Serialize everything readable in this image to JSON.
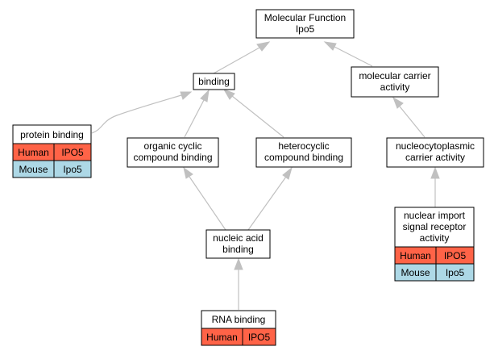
{
  "colors": {
    "human": "#ff6347",
    "mouse": "#add8e6",
    "edge": "#c0c0c0"
  },
  "nodes": {
    "molecular_function": {
      "lines": [
        "Molecular Function",
        "Ipo5"
      ]
    },
    "binding": {
      "lines": [
        "binding"
      ]
    },
    "molecular_carrier_activity": {
      "lines": [
        "molecular carrier",
        "activity"
      ]
    },
    "protein_binding": {
      "lines": [
        "protein binding"
      ],
      "rows": [
        {
          "species": "Human",
          "gene": "IPO5"
        },
        {
          "species": "Mouse",
          "gene": "Ipo5"
        }
      ]
    },
    "organic_cyclic_compound_binding": {
      "lines": [
        "organic cyclic",
        "compound binding"
      ]
    },
    "heterocyclic_compound_binding": {
      "lines": [
        "heterocyclic",
        "compound binding"
      ]
    },
    "nucleocytoplasmic_carrier_activity": {
      "lines": [
        "nucleocytoplasmic",
        "carrier activity"
      ]
    },
    "nucleic_acid_binding": {
      "lines": [
        "nucleic acid",
        "binding"
      ]
    },
    "nuclear_import_signal_receptor_activity": {
      "lines": [
        "nuclear import",
        "signal receptor",
        "activity"
      ],
      "rows": [
        {
          "species": "Human",
          "gene": "IPO5"
        },
        {
          "species": "Mouse",
          "gene": "Ipo5"
        }
      ]
    },
    "rna_binding": {
      "lines": [
        "RNA binding"
      ],
      "rows": [
        {
          "species": "Human",
          "gene": "IPO5"
        }
      ]
    }
  },
  "edges": [
    {
      "from": "binding",
      "to": "molecular_function"
    },
    {
      "from": "molecular_carrier_activity",
      "to": "molecular_function"
    },
    {
      "from": "protein_binding",
      "to": "binding"
    },
    {
      "from": "organic_cyclic_compound_binding",
      "to": "binding"
    },
    {
      "from": "heterocyclic_compound_binding",
      "to": "binding"
    },
    {
      "from": "nucleocytoplasmic_carrier_activity",
      "to": "molecular_carrier_activity"
    },
    {
      "from": "nucleic_acid_binding",
      "to": "organic_cyclic_compound_binding"
    },
    {
      "from": "nucleic_acid_binding",
      "to": "heterocyclic_compound_binding"
    },
    {
      "from": "nuclear_import_signal_receptor_activity",
      "to": "nucleocytoplasmic_carrier_activity"
    },
    {
      "from": "rna_binding",
      "to": "nucleic_acid_binding"
    }
  ]
}
